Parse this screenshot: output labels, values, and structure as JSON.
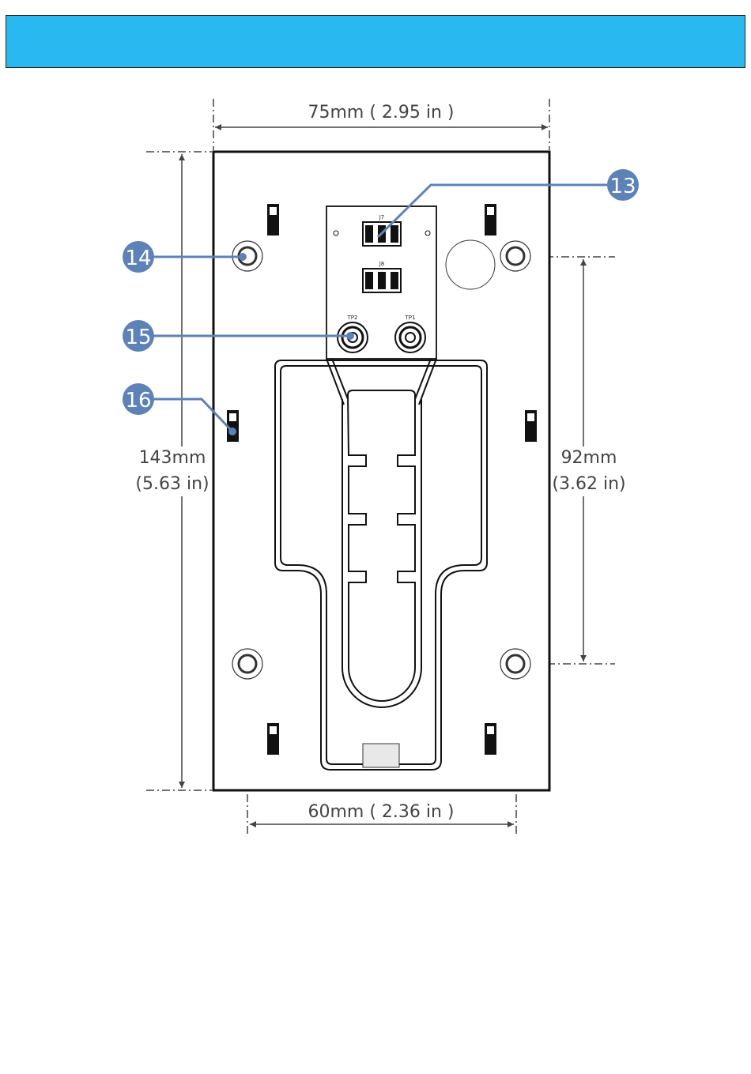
{
  "header": {
    "color": "#29b8ef"
  },
  "dimensions": {
    "width_top": "75mm ( 2.95 in )",
    "height_left_mm": "143mm",
    "height_left_in": "(5.63 in)",
    "spacing_right_mm": "92mm",
    "spacing_right_in": "(3.62 in)",
    "spacing_bottom": "60mm ( 2.36 in )"
  },
  "pcb": {
    "j7": "J7",
    "j8": "J8",
    "tp2": "TP2",
    "tp1": "TP1"
  },
  "callouts": [
    "13",
    "14",
    "15",
    "16"
  ],
  "colors": {
    "callout": "#5d82b8",
    "outline": "#111111",
    "dimension": "#444444"
  }
}
